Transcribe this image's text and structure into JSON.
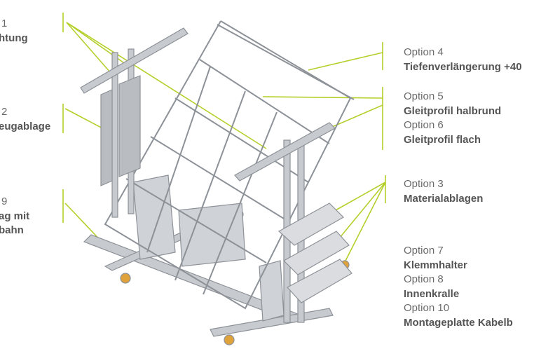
{
  "colors": {
    "leader": "#b5cf2a",
    "frame": "#b9bdc2",
    "frame_dark": "#8d9298",
    "text": "#6a6a6a"
  },
  "labels": {
    "left_1": {
      "line1": "1",
      "line2": "htung"
    },
    "left_2": {
      "line1": "2",
      "line2": "eugablage"
    },
    "left_9": {
      "line1": "9",
      "line2": "ag mit",
      "line3": "bahn"
    },
    "opt4": {
      "line1": "Option 4",
      "line2": "Tiefenverlängerung +40"
    },
    "opt5": {
      "line1": "Option 5",
      "line2": "Gleitprofil halbrund"
    },
    "opt6": {
      "line1": "Option 6",
      "line2": "Gleitprofil flach"
    },
    "opt3": {
      "line1": "Option 3",
      "line2": "Materialablagen"
    },
    "opt7": {
      "line1": "Option 7",
      "line2": "Klemmhalter"
    },
    "opt8": {
      "line1": "Option 8",
      "line2": "Innenkralle"
    },
    "opt10": {
      "line1": "Option 10",
      "line2": "Montageplatte Kabelb"
    }
  }
}
